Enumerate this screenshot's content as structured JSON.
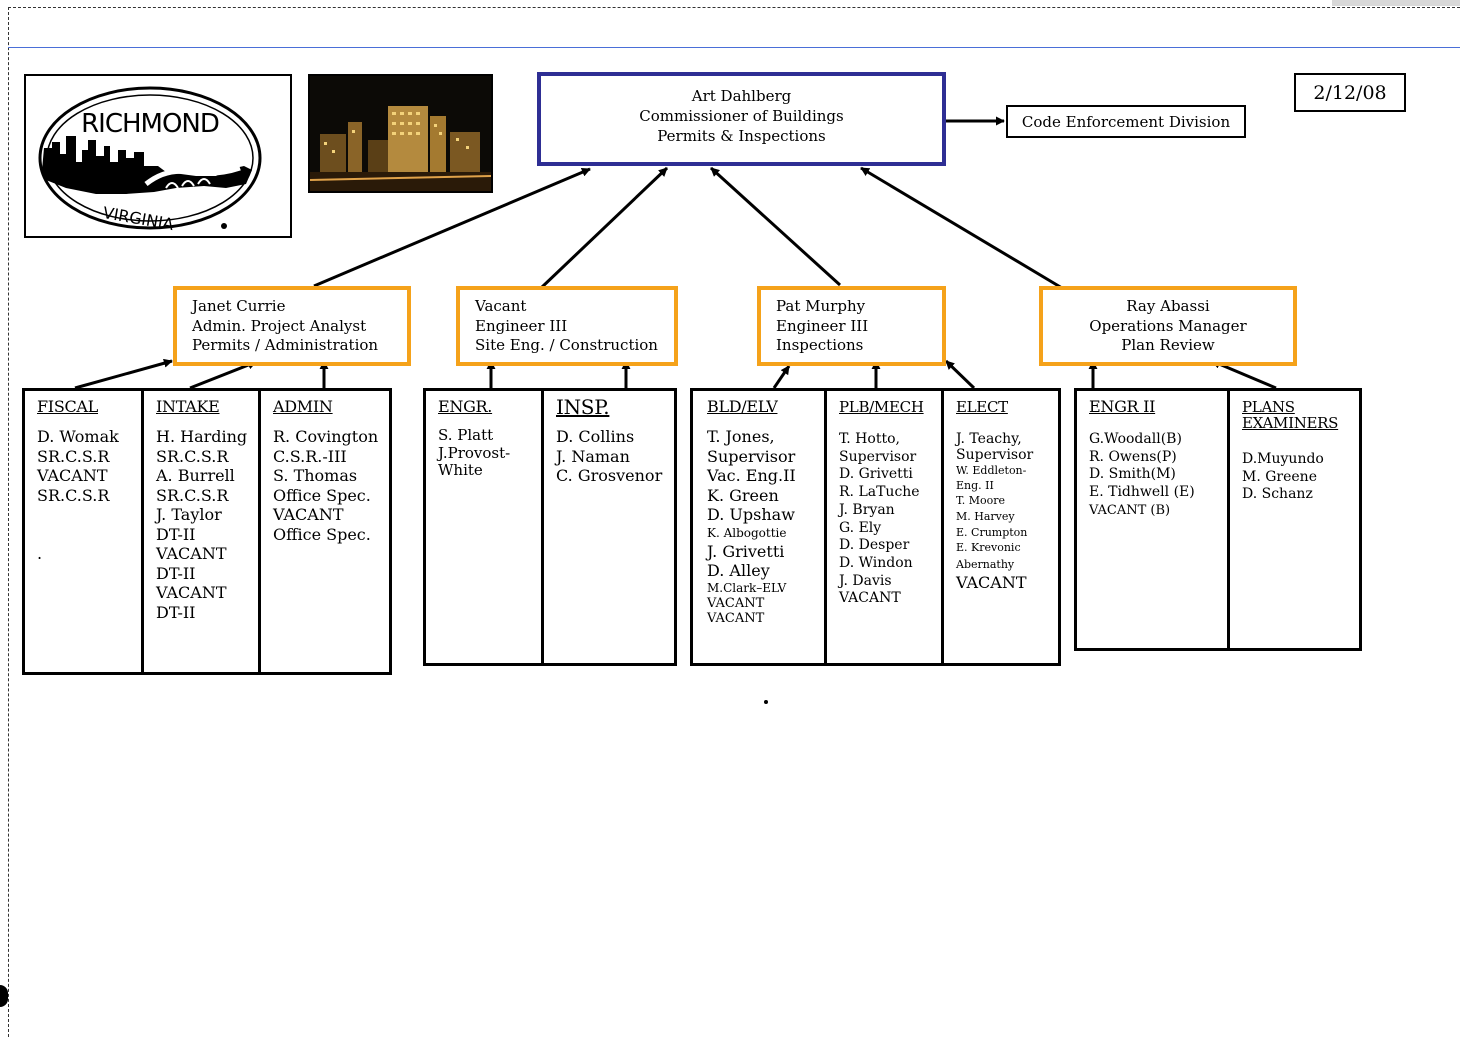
{
  "date": "2/12/08",
  "logo": {
    "city": "RICHMOND",
    "state": "VIRGINIA"
  },
  "commissioner": {
    "name": "Art Dahlberg",
    "title": "Commissioner of Buildings",
    "dept": "Permits & Inspections"
  },
  "code_enforcement": "Code Enforcement Division",
  "managers": [
    {
      "lines": [
        "Janet Currie",
        "Admin. Project Analyst",
        "Permits / Administration"
      ]
    },
    {
      "lines": [
        "Vacant",
        "Engineer III",
        "Site Eng. / Construction"
      ]
    },
    {
      "lines": [
        "Pat Murphy",
        "Engineer III",
        "Inspections"
      ]
    },
    {
      "lines": [
        "Ray Abassi",
        "Operations Manager",
        "Plan Review"
      ]
    }
  ],
  "groups": [
    {
      "units": [
        {
          "head": "FISCAL",
          "staff": [
            "D. Womak",
            "SR.C.S.R",
            "VACANT",
            "SR.C.S.R",
            "",
            "",
            "."
          ]
        },
        {
          "head": "INTAKE",
          "staff": [
            "H. Harding",
            "SR.C.S.R",
            "A. Burrell",
            "SR.C.S.R",
            "J. Taylor",
            "DT-II",
            "VACANT",
            "DT-II",
            "VACANT",
            "DT-II"
          ]
        },
        {
          "head": "ADMIN",
          "staff": [
            "R. Covington",
            "C.S.R.-III",
            "S. Thomas",
            "Office Spec.",
            "VACANT",
            "Office Spec."
          ]
        }
      ]
    },
    {
      "units": [
        {
          "head": "ENGR.",
          "staff": [
            "S. Platt",
            "J.Provost-",
            "White"
          ]
        },
        {
          "head": "INSP.",
          "staff": [
            "D. Collins",
            "J. Naman",
            "C. Grosvenor"
          ]
        }
      ]
    },
    {
      "units": [
        {
          "head": "BLD/ELV",
          "staff": [
            "T. Jones,",
            "Supervisor",
            "Vac. Eng.II",
            "K. Green",
            "D. Upshaw",
            "K. Albogottie",
            "J. Grivetti",
            "D. Alley",
            "M.Clark–ELV",
            "VACANT",
            "VACANT"
          ]
        },
        {
          "head": "PLB/MECH",
          "staff": [
            "T. Hotto,",
            "Supervisor",
            "D. Grivetti",
            "R. LaTuche",
            "J. Bryan",
            "G. Ely",
            "D. Desper",
            "D. Windon",
            "J. Davis",
            "VACANT"
          ]
        },
        {
          "head": "ELECT",
          "staff": [
            "J. Teachy,",
            "Supervisor",
            "W. Eddleton-",
            "Eng. II",
            "T. Moore",
            "M. Harvey",
            "E. Crumpton",
            "E. Krevonic",
            "Abernathy",
            "VACANT"
          ]
        }
      ]
    },
    {
      "units": [
        {
          "head": "ENGR II",
          "staff": [
            "G.Woodall(B)",
            "R. Owens(P)",
            "D. Smith(M)",
            "E. Tidhwell (E)",
            "VACANT (B)"
          ]
        },
        {
          "head": "PLANS EXAMINERS",
          "head_lines": [
            "PLANS",
            "EXAMINERS"
          ],
          "staff": [
            "D.Muyundo",
            "M. Greene",
            "D. Schanz"
          ]
        }
      ]
    }
  ]
}
